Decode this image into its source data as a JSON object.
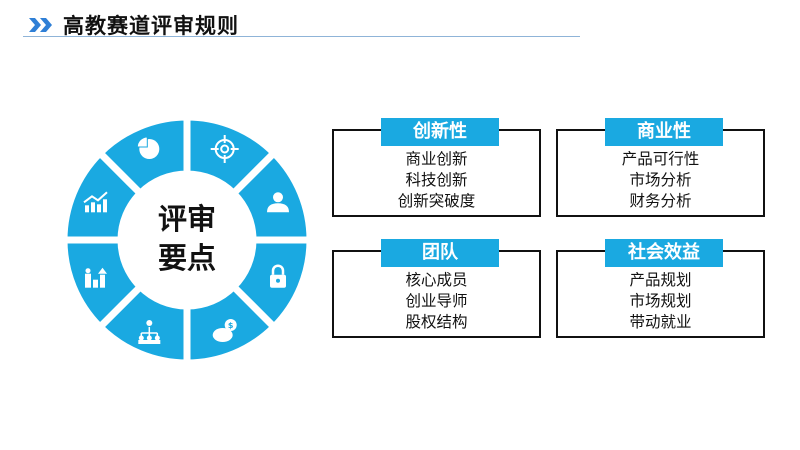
{
  "header": {
    "title": "高教赛道评审规则",
    "icon": "double-chevron-right-icon"
  },
  "wheel": {
    "center_line1": "评审",
    "center_line2": "要点",
    "color": "#1aa9e1",
    "segment_icons": [
      "target-icon",
      "businessman-icon",
      "lock-icon",
      "piggy-bank-icon",
      "org-chart-icon",
      "growth-people-icon",
      "bar-chart-trend-icon",
      "pie-chart-icon"
    ]
  },
  "criteria": [
    {
      "label": "创新性",
      "items": [
        "商业创新",
        "科技创新",
        "创新突破度"
      ]
    },
    {
      "label": "商业性",
      "items": [
        "产品可行性",
        "市场分析",
        "财务分析"
      ]
    },
    {
      "label": "团队",
      "items": [
        "核心成员",
        "创业导师",
        "股权结构"
      ]
    },
    {
      "label": "社会效益",
      "items": [
        "产品规划",
        "市场规划",
        "带动就业"
      ]
    }
  ],
  "colors": {
    "accent": "#1aa9e1",
    "rule": "#8fb4d8"
  }
}
